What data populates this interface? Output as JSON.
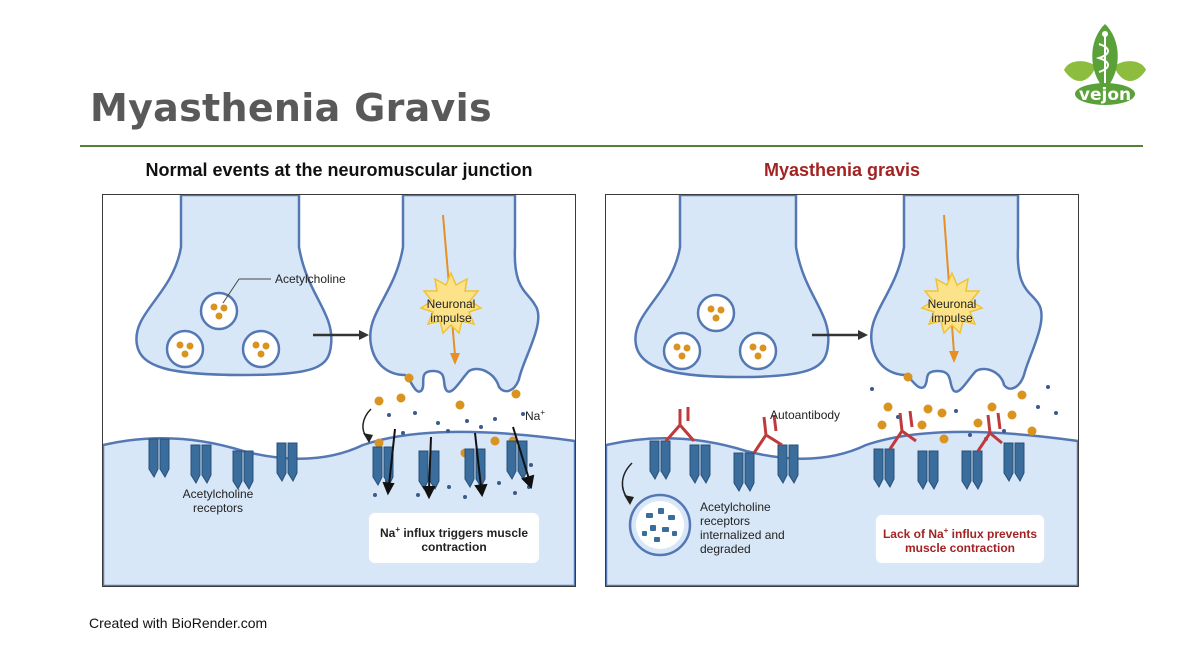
{
  "slide": {
    "title": "Myasthenia Gravis",
    "footer": "Created with BioRender.com",
    "accent_color": "#548235"
  },
  "logo": {
    "text": "vejon",
    "icon": "caduceus-leaf-icon"
  },
  "normal_panel": {
    "heading": "Normal events at the neuromuscular junction",
    "impulse_label": "Neuronal impulse",
    "vesicle_label": "Acetylcholine",
    "receptor_label": "Acetylcholine receptors",
    "ion_label": "Na",
    "ion_sup": "+",
    "caption_pre": "Na",
    "caption_sup": "+",
    "caption_post": " influx triggers muscle contraction"
  },
  "mg_panel": {
    "heading": "Myasthenia gravis",
    "impulse_label": "Neuronal impulse",
    "antibody_label": "Autoantibody",
    "internalized_label": "Acetylcholine receptors internalized and degraded",
    "caption_pre": "Lack of Na",
    "caption_sup": "+",
    "caption_post": " influx prevents muscle contraction",
    "caption_color": "#a32323"
  },
  "colors": {
    "neuron_fill": "#d8e7f8",
    "neuron_stroke": "#5478b4",
    "receptor": "#3a6d9c",
    "vesicle_dot": "#d9931e",
    "antibody": "#c0393b",
    "impulse": "#fce38a"
  }
}
